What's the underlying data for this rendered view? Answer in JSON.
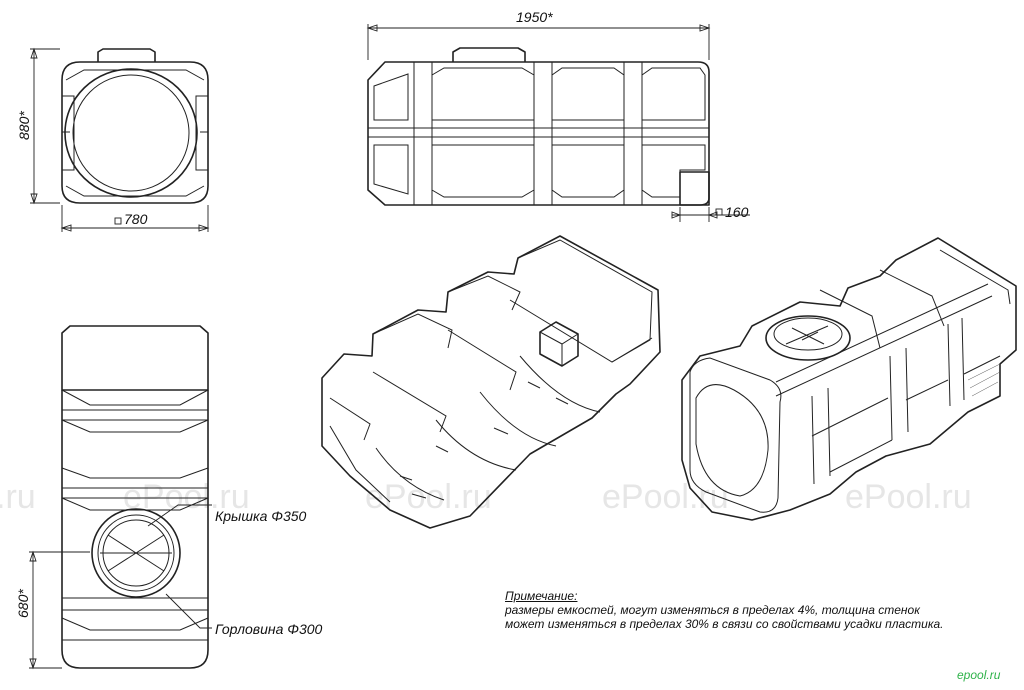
{
  "dimensions": {
    "height_side": "880*",
    "width_side": "780",
    "length_top": "1950*",
    "outlet": "160",
    "height_front": "680*"
  },
  "labels": {
    "lid": "Крышка Φ350",
    "neck": "Горловина Φ300"
  },
  "watermark": {
    "w1": ".ru",
    "w2": "ePool.ru",
    "w3": "ePool.ru",
    "w4": "ePool.ru",
    "w5": "ePool.ru"
  },
  "note": {
    "title": "Примечание:",
    "line1": "размеры емкостей, могут изменяться в пределах 4%, толщина стенок",
    "line2": "может изменяться в пределах 30% в связи со свойствами усадки пластика."
  },
  "logo": "epool.ru"
}
